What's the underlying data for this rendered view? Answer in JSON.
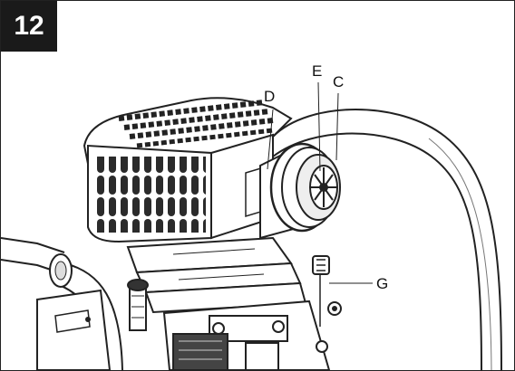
{
  "figure": {
    "step_number": "12",
    "callouts": {
      "d": "D",
      "e": "E",
      "c": "C",
      "g": "G"
    }
  }
}
